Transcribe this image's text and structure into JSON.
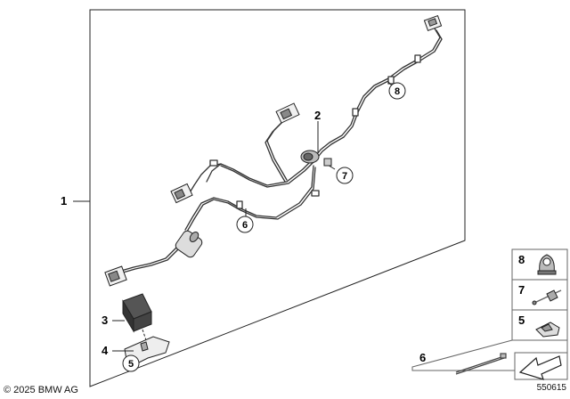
{
  "callouts": {
    "c1": "1",
    "c2": "2",
    "c3": "3",
    "c4": "4",
    "c5": "5",
    "c6": "6",
    "c7": "7",
    "c8": "8"
  },
  "legend": {
    "l8": "8",
    "l7": "7",
    "l5": "5",
    "l6": "6"
  },
  "footer": {
    "copyright": "© 2025 BMW AG",
    "diagram_id": "550615"
  },
  "icons": [
    "wiring-harness-icon",
    "relay-module-icon",
    "mounting-bracket-icon",
    "grommet-icon",
    "hose-clip-icon",
    "clip-icon",
    "cable-tie-icon",
    "arrow-icon"
  ]
}
